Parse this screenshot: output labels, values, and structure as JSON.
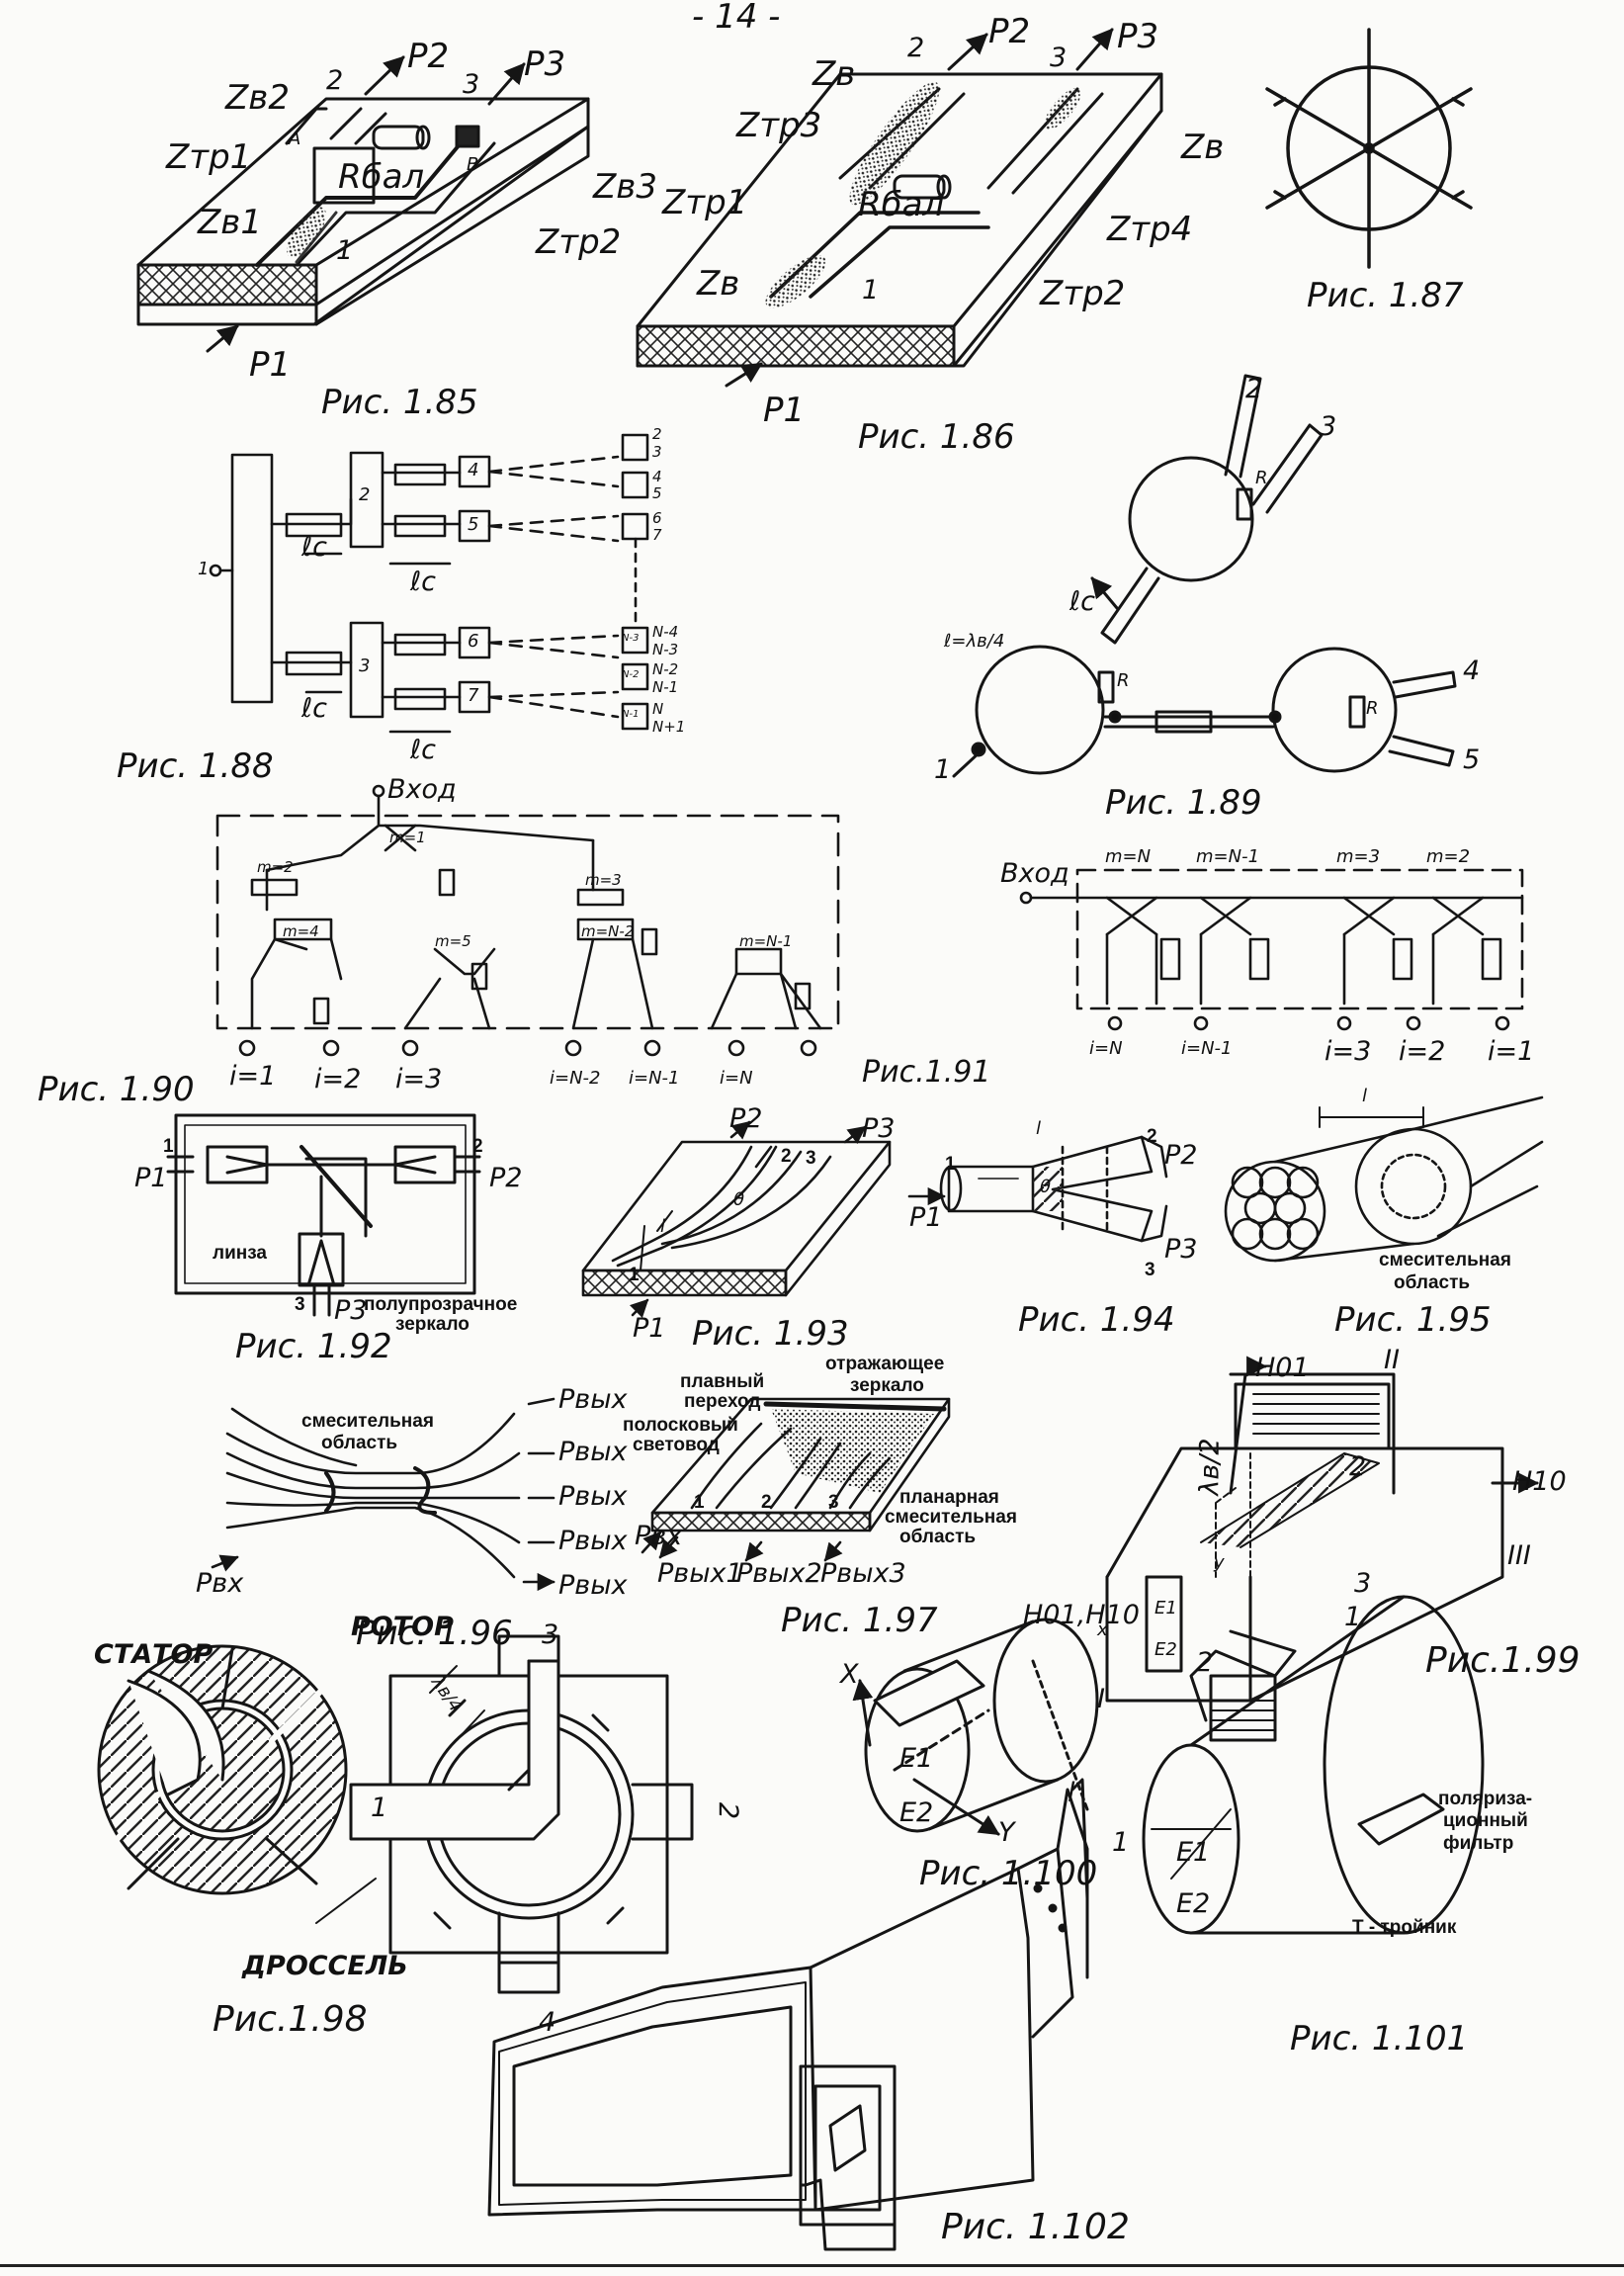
{
  "page_number": "- 14 -",
  "figures": {
    "f185": {
      "caption": "Рис. 1.85",
      "labels": {
        "zv2": "Zв2",
        "ztr1": "Zтр1",
        "zv1": "Zв1",
        "port2": "2",
        "port3": "3",
        "p2": "P2",
        "p3": "P3",
        "a": "A",
        "b": "B",
        "rbal": "Rбал",
        "zv3": "Zв3",
        "ztr2": "Zтр2",
        "port1": "1",
        "p1": "P1"
      }
    },
    "f186": {
      "caption": "Рис. 1.86",
      "labels": {
        "zv_top": "Zв",
        "ztr3": "Zтр3",
        "ztr1": "Zтр1",
        "zv_bot": "Zв",
        "port2": "2",
        "port3": "3",
        "p2": "P2",
        "p3": "P3",
        "zv_right": "Zв",
        "rbal": "Rбал",
        "ztr4": "Zтр4",
        "ztr2": "Zтр2",
        "port1": "1",
        "p1": "P1"
      }
    },
    "f187": {
      "caption": "Рис. 1.87"
    },
    "f188": {
      "caption": "Рис. 1.88",
      "labels": {
        "input": "1",
        "n2": "2",
        "n3": "3",
        "n4": "4",
        "n5": "5",
        "n6": "6",
        "n7": "7",
        "lc1": "ℓc",
        "lc2": "ℓc",
        "lc3": "ℓc",
        "lc4": "ℓc",
        "out_top": [
          "2",
          "3",
          "4",
          "5",
          "6",
          "7"
        ],
        "out_bot": [
          "N-4",
          "N-3",
          "N-2",
          "N-1",
          "N",
          "N+1"
        ],
        "box_bot": [
          "N-3",
          "N-2",
          "N-1"
        ]
      }
    },
    "f189": {
      "caption": "Рис. 1.89",
      "labels": {
        "p1": "1",
        "p2": "2",
        "p3": "3",
        "p4": "4",
        "p5": "5",
        "r1": "R",
        "r2": "R",
        "r3": "R",
        "lc": "ℓc",
        "lambda": "ℓ=λв/4"
      }
    },
    "f190": {
      "caption": "Рис. 1.90",
      "labels": {
        "input": "Вход",
        "m1": "m=1",
        "m2": "m=2",
        "m3": "m=3",
        "m4": "m=4",
        "m5": "m=5",
        "mn2": "m=N-2",
        "mn1": "m=N-1",
        "outs": [
          "i=1",
          "i=2",
          "i=3",
          "i=N-2",
          "i=N-1",
          "i=N"
        ]
      }
    },
    "f191": {
      "caption": "Рис.1.91",
      "labels": {
        "input": "Вход",
        "mn": "m=N",
        "mn1": "m=N-1",
        "m3": "m=3",
        "m2": "m=2",
        "outs": [
          "i=N",
          "i=N-1",
          "i=3",
          "i=2",
          "i=1"
        ]
      }
    },
    "f192": {
      "caption": "Рис. 1.92",
      "labels": {
        "p1": "P1",
        "p2": "P2",
        "p3": "P3",
        "n1": "1",
        "n2": "2",
        "n3": "3",
        "lens": "линза",
        "mirror1": "полупрозрачное",
        "mirror2": "зеркало"
      }
    },
    "f193": {
      "caption": "Рис. 1.93",
      "labels": {
        "p1": "P1",
        "p2": "P2",
        "p3": "P3",
        "n1": "1",
        "n2": "2",
        "n3": "3",
        "theta": "θ",
        "l": "l"
      }
    },
    "f194": {
      "caption": "Рис. 1.94",
      "labels": {
        "p1": "P1",
        "p2": "P2",
        "p3": "P3",
        "n1": "1",
        "n2": "2",
        "n3": "3",
        "theta": "θ",
        "l": "l"
      }
    },
    "f195": {
      "caption": "Рис. 1.95",
      "labels": {
        "l": "l",
        "mix1": "смесительная",
        "mix2": "область"
      }
    },
    "f196": {
      "caption": "Рис. 1.96",
      "labels": {
        "mix1": "смесительная",
        "mix2": "область",
        "pin": "Pвх",
        "pouts": [
          "Pвых",
          "Pвых",
          "Pвых",
          "Pвых",
          "Pвых"
        ]
      }
    },
    "f197": {
      "caption": "Рис. 1.97",
      "labels": {
        "refl1": "отражающее",
        "refl2": "зеркало",
        "smooth1": "плавный",
        "smooth2": "переход",
        "strip1": "полосковый",
        "strip2": "световод",
        "plan1": "планарная",
        "plan2": "смесительная",
        "plan3": "область",
        "n1": "1",
        "n2": "2",
        "n3": "3",
        "pin": "Pвх",
        "pout1": "Pвых1",
        "pout2": "Pвых2",
        "pout3": "Pвых3"
      }
    },
    "f198": {
      "caption": "Рис.1.98",
      "labels": {
        "stator": "СТАТОР",
        "rotor": "РОТОР",
        "choke": "ДРОССЕЛЬ",
        "n1": "1",
        "n3": "3",
        "n4": "4",
        "n2": "2",
        "lambda": "λв/4"
      }
    },
    "f199": {
      "caption": "Рис.1.99",
      "labels": {
        "h01_top": "H01",
        "ii": "II",
        "lambda": "λв/2",
        "n2": "2",
        "h10": "H10",
        "iii": "III",
        "y": "y",
        "x": "x",
        "h_in": "H01,H10",
        "e1": "E1",
        "e2": "E2",
        "n1": "1",
        "i": "I"
      }
    },
    "f1100": {
      "caption": "Рис. 1.100",
      "labels": {
        "x": "X",
        "y": "Y",
        "e1": "E1",
        "e2": "E2",
        "l": "l"
      }
    },
    "f1101": {
      "caption": "Рис. 1.101",
      "labels": {
        "n1": "1",
        "n2": "2",
        "n3": "3",
        "pol1": "поляриза-",
        "pol2": "ционный",
        "pol3": "фильтр",
        "tee": "Т - тройник",
        "e1": "E1",
        "e2": "E2"
      }
    },
    "f1102": {
      "caption": "Рис. 1.102"
    }
  }
}
